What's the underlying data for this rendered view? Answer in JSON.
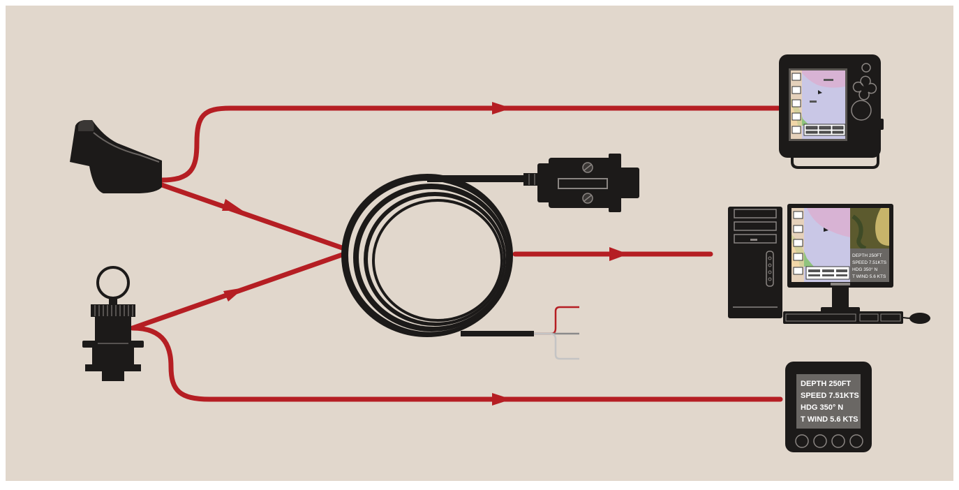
{
  "colors": {
    "background": "#e1d7cc",
    "cable": "#b51e23",
    "device": "#1c1a19",
    "chart_water": "#c9c7e6",
    "chart_land": "#d8b3d4",
    "chart_green": "#8fc37e",
    "chart_sand": "#f1d6a8",
    "wire_red": "#b51e23",
    "wire_grey": "#8a8a8a",
    "wire_light": "#c4c4c4"
  },
  "computer_display": {
    "lines": [
      "DEPTH 250FT",
      "SPEED 7.51KTS",
      "HDG  350°  N",
      "T WIND 5.6 KTS"
    ]
  },
  "instrument_display": {
    "lines": [
      "DEPTH 250FT",
      "SPEED 7.51KTS",
      "HDG  350°  N",
      "T WIND 5.6 KTS"
    ]
  }
}
